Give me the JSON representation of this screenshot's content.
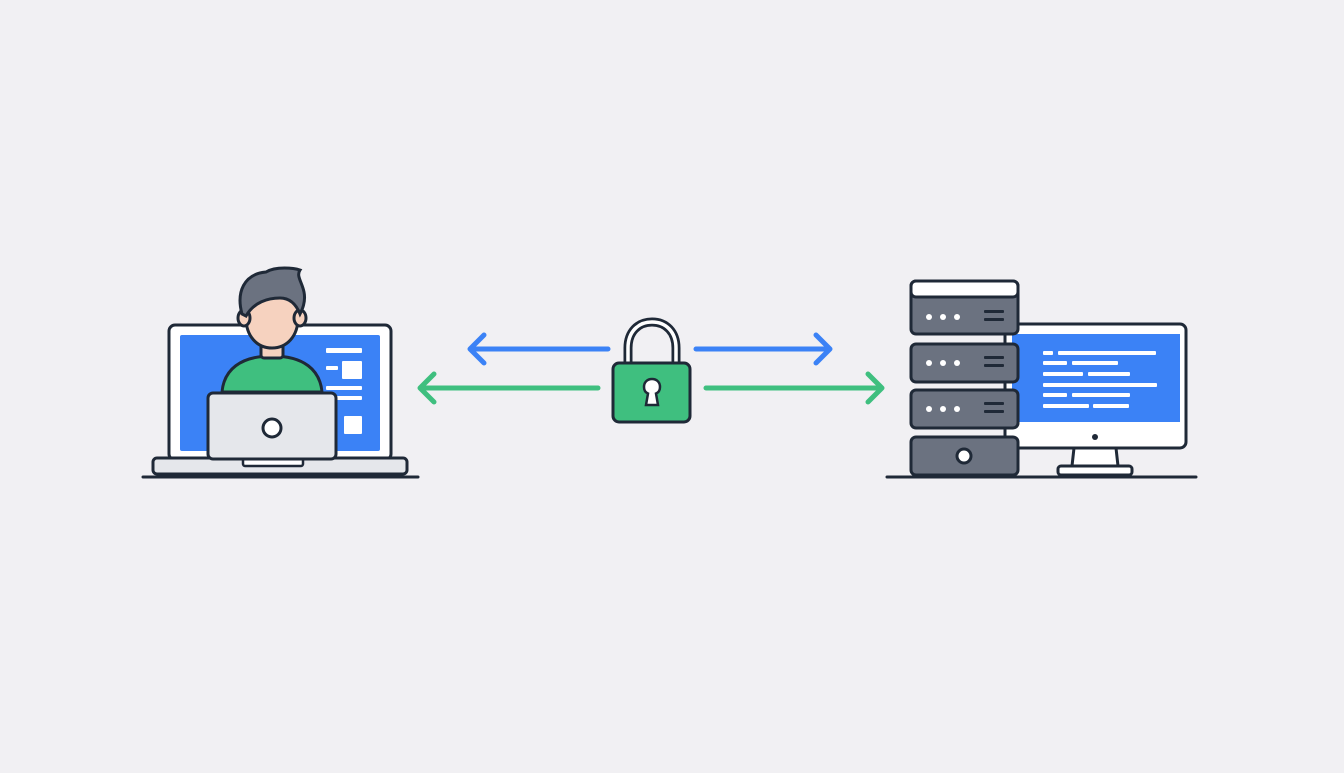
{
  "diagram": {
    "kind": "secure-connection",
    "left_node": {
      "icon": "user-at-laptop-icon"
    },
    "center_node": {
      "icon": "padlock-icon"
    },
    "right_node": {
      "icon": "server-rack-with-monitor-icon"
    },
    "connections": [
      {
        "name": "top-link",
        "direction": "bidirectional",
        "color": "#3b82f6"
      },
      {
        "name": "bottom-link",
        "direction": "bidirectional",
        "color": "#3fbf7f"
      }
    ]
  },
  "colors": {
    "background": "#f1f0f3",
    "outline": "#1f2937",
    "screen_blue": "#3b82f6",
    "accent_green": "#3fbf7f",
    "skin": "#f6d2bf",
    "hair": "#6b7280",
    "server_gray": "#6b7280",
    "laptop_body": "#e5e7eb",
    "white": "#ffffff"
  }
}
